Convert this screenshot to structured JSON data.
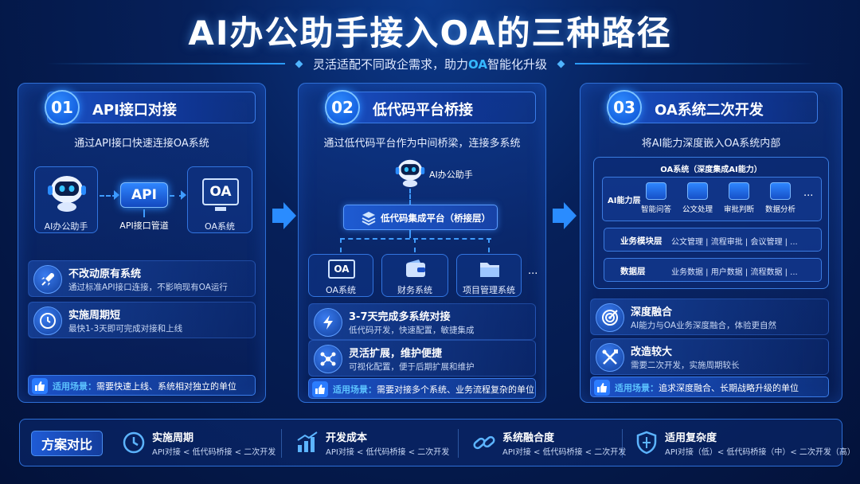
{
  "title": "AI办公助手接入OA的三种路径",
  "subtitle": {
    "pre": "灵活适配不同政企需求，助力",
    "hl": "OA",
    "post": "智能化升级"
  },
  "panels": [
    {
      "num": "01",
      "title": "API接口对接",
      "desc": "通过API接口快速连接OA系统",
      "diagram": {
        "assistant": "AI办公助手",
        "api": "API",
        "pipe": "API接口管道",
        "oa_icon": "OA",
        "oa": "OA系统"
      },
      "features": [
        {
          "title": "不改动原有系统",
          "sub": "通过标准API接口连接，不影响现有OA运行"
        },
        {
          "title": "实施周期短",
          "sub": "最快1-3天即可完成对接和上线"
        }
      ],
      "scene_label": "适用场景：",
      "scene_text": "需要快速上线、系统相对独立的单位"
    },
    {
      "num": "02",
      "title": "低代码平台桥接",
      "desc": "通过低代码平台作为中间桥梁，连接多系统",
      "diagram": {
        "assistant": "AI办公助手",
        "platform": "低代码集成平台（桥接层）",
        "systems": [
          "OA系统",
          "财务系统",
          "项目管理系统"
        ],
        "oa_icon": "OA",
        "more": "···"
      },
      "features": [
        {
          "title": "3-7天完成多系统对接",
          "sub": "低代码开发，快速配置，敏捷集成"
        },
        {
          "title": "灵活扩展，维护便捷",
          "sub": "可视化配置，便于后期扩展和维护"
        }
      ],
      "scene_label": "适用场景：",
      "scene_text": "需要对接多个系统、业务流程复杂的单位"
    },
    {
      "num": "03",
      "title": "OA系统二次开发",
      "desc": "将AI能力深度嵌入OA系统内部",
      "diagram": {
        "box_title": "OA系统（深度集成AI能力）",
        "ai_layer": "AI能力层",
        "caps": [
          "智能问答",
          "公文处理",
          "审批判断",
          "数据分析"
        ],
        "more": "···",
        "rows": [
          {
            "label": "业务模块层",
            "value": "公文管理 | 流程审批 | 会议管理 | ..."
          },
          {
            "label": "数据层",
            "value": "业务数据 | 用户数据 | 流程数据 | ..."
          }
        ]
      },
      "features": [
        {
          "title": "深度融合",
          "sub": "AI能力与OA业务深度融合，体验更自然"
        },
        {
          "title": "改造较大",
          "sub": "需要二次开发，实施周期较长"
        }
      ],
      "scene_label": "适用场景：",
      "scene_text": "追求深度融合、长期战略升级的单位"
    }
  ],
  "bottom": {
    "tag": "方案对比",
    "items": [
      {
        "title": "实施周期",
        "sub": "API对接 < 低代码桥接 < 二次开发"
      },
      {
        "title": "开发成本",
        "sub": "API对接 < 低代码桥接 < 二次开发"
      },
      {
        "title": "系统融合度",
        "sub": "API对接 < 低代码桥接 < 二次开发"
      },
      {
        "title": "适用复杂度",
        "sub": "API对接（低）< 低代码桥接（中）< 二次开发（高）"
      }
    ]
  },
  "colors": {
    "accent": "#2a9cff",
    "panel_border": "#2e6fd6",
    "background": "#03123a"
  }
}
